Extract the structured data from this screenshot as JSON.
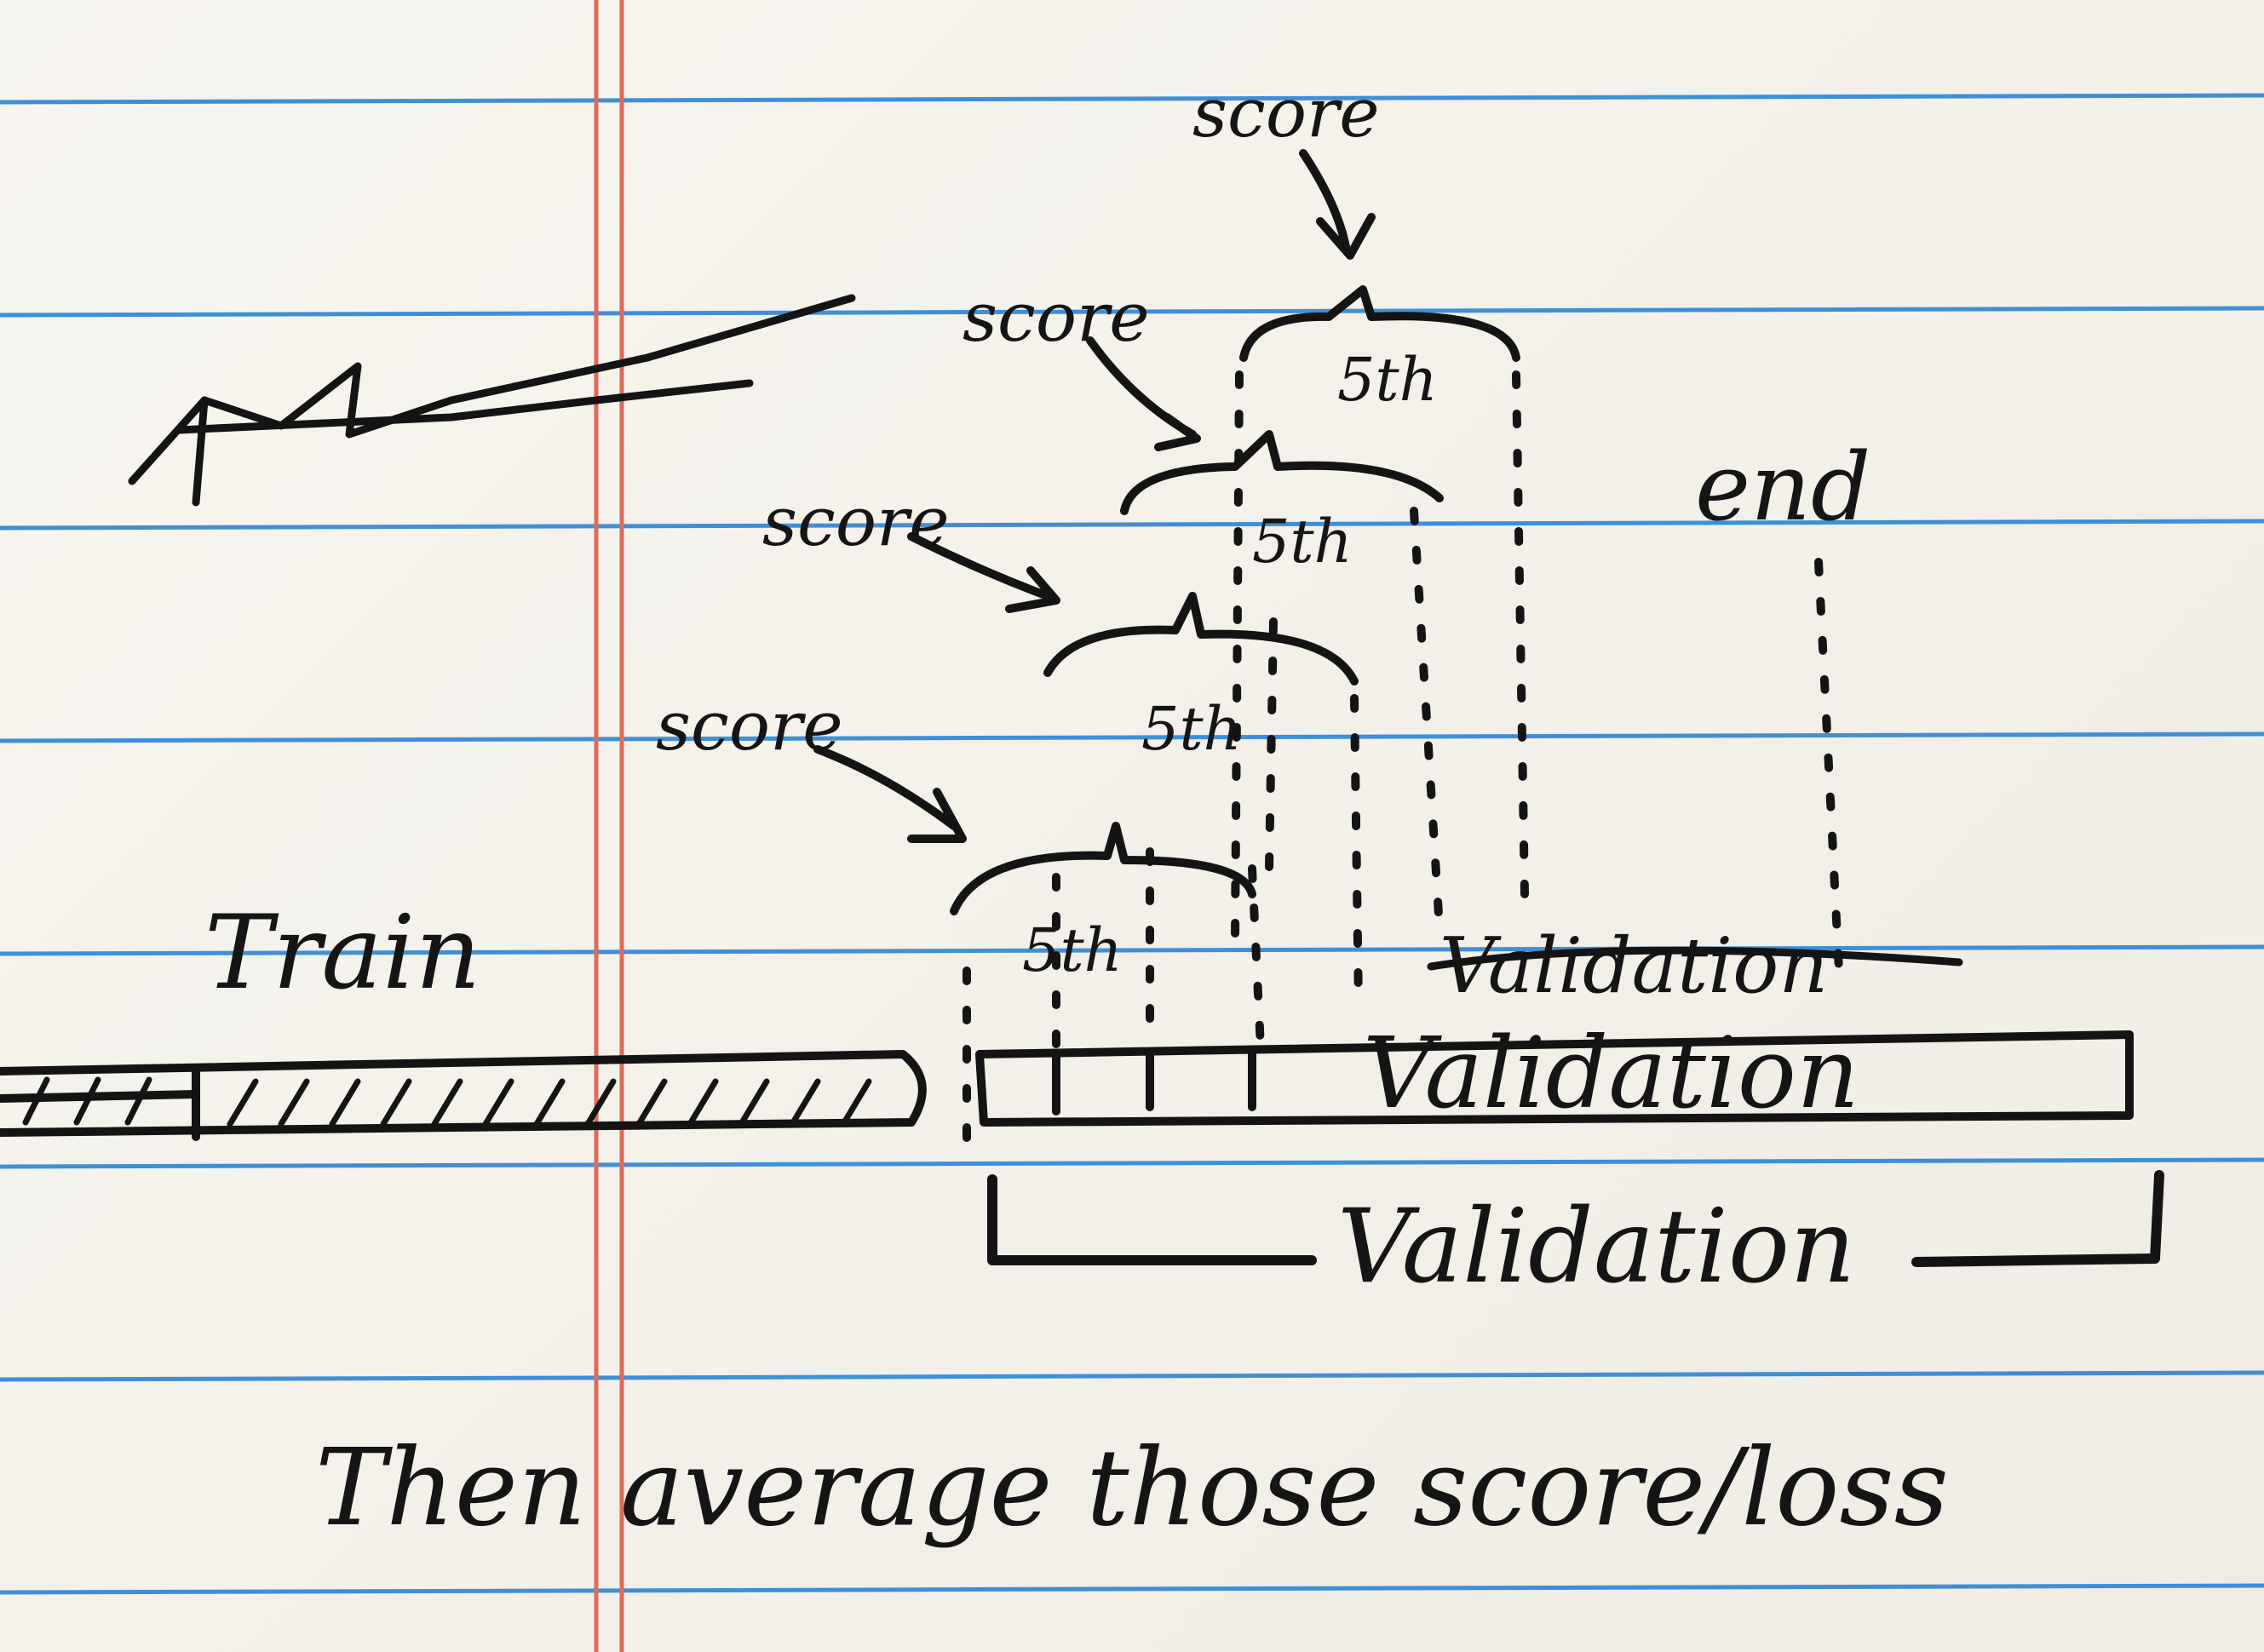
{
  "paper": {
    "rule_color": "#3f8fd6",
    "margin_color": "#e06a5a",
    "ink_color": "#141414"
  },
  "labels": {
    "train": "Train",
    "validation_bar": "Validation",
    "validation_bracket": "Validation",
    "validation_scribble": "Validation",
    "end": "end",
    "footer": "Then average those score/loss"
  },
  "folds": [
    {
      "score": "score",
      "fold": "5th"
    },
    {
      "score": "score",
      "fold": "5th"
    },
    {
      "score": "score",
      "fold": "5th"
    },
    {
      "score": "score",
      "fold": "5th"
    }
  ]
}
